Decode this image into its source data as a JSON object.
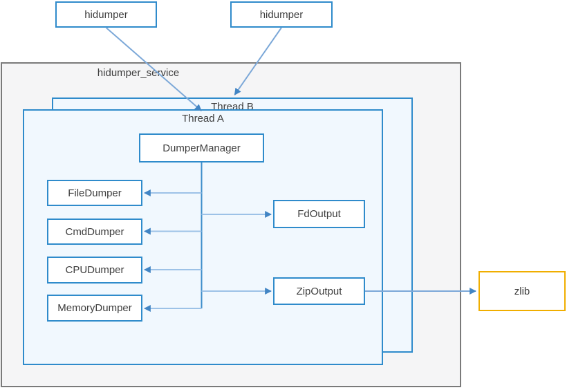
{
  "nodes": {
    "client_a": {
      "label": "hidumper"
    },
    "client_b": {
      "label": "hidumper"
    },
    "service": {
      "label": "hidumper_service"
    },
    "thread_b": {
      "label": "Thread B"
    },
    "thread_a": {
      "label": "Thread A"
    },
    "dumper_manager": {
      "label": "DumperManager"
    },
    "file_dumper": {
      "label": "FileDumper"
    },
    "cmd_dumper": {
      "label": "CmdDumper"
    },
    "cpu_dumper": {
      "label": "CPUDumper"
    },
    "memory_dumper": {
      "label": "MemoryDumper"
    },
    "fd_output": {
      "label": "FdOutput"
    },
    "zip_output": {
      "label": "ZipOutput"
    },
    "zlib": {
      "label": "zlib"
    }
  },
  "edges": [
    {
      "from": "client_a",
      "to": "thread_a",
      "type": "arrow"
    },
    {
      "from": "client_b",
      "to": "thread_b",
      "type": "arrow"
    },
    {
      "from": "dumper_manager",
      "to": "file_dumper",
      "type": "arrow"
    },
    {
      "from": "dumper_manager",
      "to": "cmd_dumper",
      "type": "arrow"
    },
    {
      "from": "dumper_manager",
      "to": "cpu_dumper",
      "type": "arrow"
    },
    {
      "from": "dumper_manager",
      "to": "memory_dumper",
      "type": "arrow"
    },
    {
      "from": "dumper_manager",
      "to": "fd_output",
      "type": "arrow"
    },
    {
      "from": "dumper_manager",
      "to": "zip_output",
      "type": "arrow"
    },
    {
      "from": "zip_output",
      "to": "zlib",
      "type": "arrow"
    }
  ],
  "colors": {
    "box_border_blue": "#2f8bcb",
    "thread_fill": "#f1f8fe",
    "service_fill": "#f5f5f6",
    "service_border": "#7a7a7a",
    "zlib_border": "#f0ae00",
    "connector_light": "#9dc2e7",
    "connector_medium": "#7ca8d8",
    "connector_trunk": "#3e8ecb",
    "arrowhead": "#4285c4",
    "text": "#3d3d3d"
  }
}
